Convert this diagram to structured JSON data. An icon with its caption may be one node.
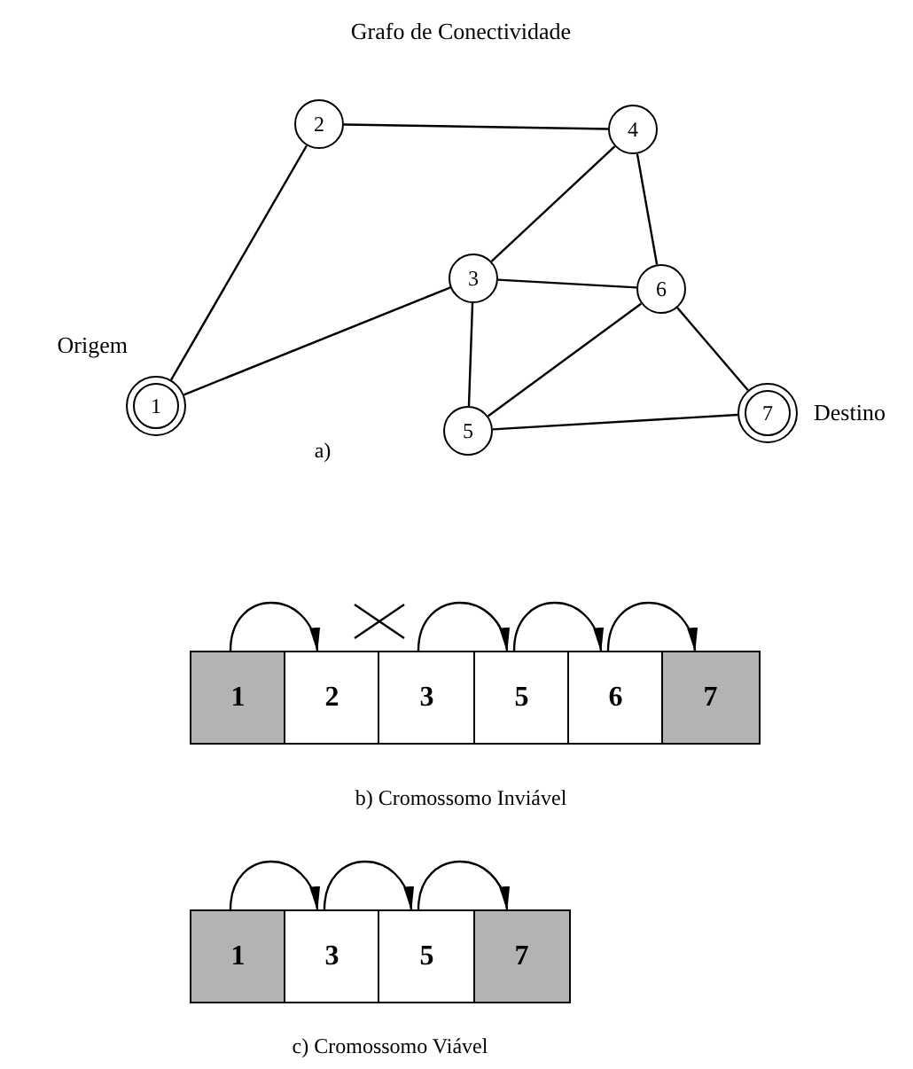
{
  "diagram": {
    "title": "Grafo de Conectividade",
    "nodes": [
      {
        "text": [
          "1"
        ],
        "beside": [
          "Origem"
        ]
      },
      {
        "text": [
          "2"
        ]
      },
      {
        "text": [
          "3"
        ]
      },
      {
        "text": [
          "4"
        ]
      },
      {
        "text": [
          "5"
        ]
      },
      {
        "text": [
          "6"
        ]
      },
      {
        "text": [
          "7"
        ],
        "beside": [
          "Destino"
        ]
      },
      {
        "text": [
          "1"
        ]
      },
      {
        "text": [
          "2"
        ]
      },
      {
        "text": [
          "3"
        ]
      },
      {
        "text": [
          "5"
        ]
      },
      {
        "text": [
          "6"
        ]
      },
      {
        "text": [
          "7"
        ]
      },
      {
        "text": [
          "1"
        ]
      },
      {
        "text": [
          "3"
        ]
      },
      {
        "text": [
          "5"
        ]
      },
      {
        "text": [
          "7"
        ]
      }
    ],
    "edges": [
      {
        "from": 0,
        "to": 1,
        "arrow": "none"
      },
      {
        "from": 1,
        "to": 3,
        "arrow": "none"
      },
      {
        "from": 0,
        "to": 2,
        "arrow": "none"
      },
      {
        "from": 2,
        "to": 3,
        "arrow": "none"
      },
      {
        "from": 3,
        "to": 5,
        "arrow": "none"
      },
      {
        "from": 2,
        "to": 5,
        "arrow": "none"
      },
      {
        "from": 2,
        "to": 4,
        "arrow": "none"
      },
      {
        "from": 4,
        "to": 5,
        "arrow": "none"
      },
      {
        "from": 5,
        "to": 6,
        "arrow": "none"
      },
      {
        "from": 4,
        "to": 6,
        "arrow": "none"
      },
      {
        "from": 7,
        "to": 8,
        "arrow": "to"
      },
      {
        "from": 9,
        "to": 10,
        "arrow": "to"
      },
      {
        "from": 10,
        "to": 11,
        "arrow": "to"
      },
      {
        "from": 11,
        "to": 12,
        "arrow": "to"
      },
      {
        "from": 13,
        "to": 14,
        "arrow": "to"
      },
      {
        "from": 14,
        "to": 15,
        "arrow": "to"
      },
      {
        "from": 15,
        "to": 16,
        "arrow": "to"
      }
    ],
    "labels": [
      "a)",
      "b) Cromossomo Inviável",
      "c) Cromossomo Viável"
    ]
  }
}
